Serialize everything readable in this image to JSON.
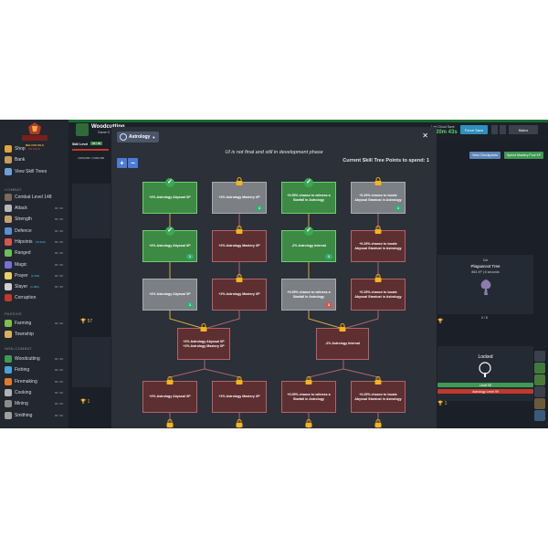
{
  "sidebar": {
    "logo_text": "MELVOR IDLE",
    "items": [
      {
        "label": "Shop",
        "tag": "ON SALE",
        "color": "#e0a53c",
        "icon": "shop-icon"
      },
      {
        "label": "Bank",
        "tag": "",
        "color": "#c99b58",
        "icon": "bank-icon"
      },
      {
        "label": "View Skill Trees",
        "tag": "",
        "color": "#6ea0d6",
        "icon": "skill-tree-icon"
      }
    ],
    "combat_header": "COMBAT",
    "combat_level": "Combat Level 148",
    "combat": [
      {
        "label": "Attack",
        "lv": "99 / 99",
        "icon": "attack-icon",
        "color": "#b8b8b8"
      },
      {
        "label": "Strength",
        "lv": "99 / 99",
        "icon": "strength-icon",
        "color": "#c8a070"
      },
      {
        "label": "Defence",
        "lv": "99 / 99",
        "icon": "defence-icon",
        "color": "#5b8fd4"
      },
      {
        "label": "Hitpoints",
        "tag": "(70,910)",
        "lv": "99 / 99",
        "icon": "hitpoints-icon",
        "color": "#d9534f"
      },
      {
        "label": "Ranged",
        "lv": "99 / 99",
        "icon": "ranged-icon",
        "color": "#6cbf5a"
      },
      {
        "label": "Magic",
        "lv": "99 / 99",
        "icon": "magic-icon",
        "color": "#7a6fd6"
      },
      {
        "label": "Prayer",
        "tag": "(1,020)",
        "lv": "99 / 99",
        "icon": "prayer-icon",
        "color": "#e8d06a"
      },
      {
        "label": "Slayer",
        "tag": "(1,000)",
        "lv": "99 / 99",
        "icon": "slayer-icon",
        "color": "#cfcfcf"
      },
      {
        "label": "Corruption",
        "lv": "",
        "icon": "corruption-icon",
        "color": "#c0392b"
      }
    ],
    "passive_header": "PASSIVE",
    "passive": [
      {
        "label": "Farming",
        "lv": "99 / 99",
        "icon": "farming-icon",
        "color": "#7fbf4a"
      },
      {
        "label": "Township",
        "lv": "",
        "icon": "township-icon",
        "color": "#d8b25a"
      }
    ],
    "noncombat_header": "NON-COMBAT",
    "noncombat": [
      {
        "label": "Woodcutting",
        "lv": "99 / 99",
        "icon": "woodcutting-icon",
        "color": "#3f9a52"
      },
      {
        "label": "Fishing",
        "lv": "99 / 99",
        "icon": "fishing-icon",
        "color": "#4aa3d8"
      },
      {
        "label": "Firemaking",
        "lv": "99 / 99",
        "icon": "firemaking-icon",
        "color": "#e07a2e"
      },
      {
        "label": "Cooking",
        "lv": "99 / 99",
        "icon": "cooking-icon",
        "color": "#b3b3b3"
      },
      {
        "label": "Mining",
        "lv": "99 / 99",
        "icon": "mining-icon",
        "color": "#8c8c8c"
      },
      {
        "label": "Smithing",
        "lv": "99 / 99",
        "icon": "smithing-icon",
        "color": "#a0a0a0"
      }
    ]
  },
  "topbar": {
    "page_title": "Woodcutting",
    "page_sub": "Game G",
    "skill_level_label": "Skill Level",
    "skill_level_value": "99 / 99",
    "xp_value": "4,500,000 / 4,500,000",
    "cloud_save": "Last Cloud Save",
    "cloud_time": "20m 43s",
    "force_save": "Force Save",
    "user": "Malcs"
  },
  "right_panel": {
    "view_checkpoints": "View Checkpoints",
    "spend_mastery": "Spend Mastery Pool XP",
    "cut_label": "Cut",
    "tree_name": "Plaguaroot Tree",
    "tree_stats": "864 XP | 6 seconds",
    "count": "0 / 8",
    "locked": "Locked",
    "level_req": "Level 99",
    "astro_req": "Astrology Level 99",
    "bg_count_left": "57",
    "bg_count_small": "1",
    "bg_count_right": "1"
  },
  "modal": {
    "tab_label": "Astrology",
    "notice": "UI is not final and still in development phase",
    "points_label": "Current Skill Tree Points to spend:",
    "points_value": "1",
    "zoom_in": "+",
    "zoom_out": "−",
    "nodes": [
      {
        "id": "n1",
        "text": "+2% Astrology Abyssal XP",
        "state": "green",
        "mark": "check",
        "badge": ""
      },
      {
        "id": "n2",
        "text": "+2% Astrology Mastery XP",
        "state": "gray",
        "mark": "lock",
        "badge": "1",
        "badge_color": "green"
      },
      {
        "id": "n3",
        "text": "+0.05% chance to witness a Starfall in Astrology",
        "state": "green",
        "mark": "check",
        "badge": ""
      },
      {
        "id": "n4",
        "text": "+0.25% chance to locate Abyssal Stardust in Astrology",
        "state": "gray",
        "mark": "lock",
        "badge": "1",
        "badge_color": "green"
      },
      {
        "id": "n5",
        "text": "+2% Astrology Abyssal XP",
        "state": "green",
        "mark": "check",
        "badge": "1",
        "badge_color": "green"
      },
      {
        "id": "n6",
        "text": "+2% Astrology Mastery XP",
        "state": "red",
        "mark": "lock",
        "badge": ""
      },
      {
        "id": "n7",
        "text": "-2% Astrology Interval",
        "state": "green",
        "mark": "check",
        "badge": "1",
        "badge_color": "green"
      },
      {
        "id": "n8",
        "text": "+0.25% chance to locate Abyssal Stardust in Astrology",
        "state": "red",
        "mark": "lock",
        "badge": ""
      },
      {
        "id": "n9",
        "text": "+2% Astrology Abyssal XP",
        "state": "gray",
        "mark": "none",
        "badge": "1",
        "badge_color": "green"
      },
      {
        "id": "n10",
        "text": "+2% Astrology Mastery XP",
        "state": "red",
        "mark": "lock",
        "badge": ""
      },
      {
        "id": "n11",
        "text": "+0.05% chance to witness a Starfall in Astrology",
        "state": "gray",
        "mark": "none",
        "badge": "2",
        "badge_color": "red"
      },
      {
        "id": "n12",
        "text": "+0.25% chance to locate Abyssal Stardust in Astrology",
        "state": "red",
        "mark": "lock",
        "badge": ""
      },
      {
        "id": "n13",
        "text": "+2% Astrology Abyssal XP +2% Astrology Mastery XP",
        "state": "red",
        "mark": "lock",
        "badge": ""
      },
      {
        "id": "n14",
        "text": "-2% Astrology Interval",
        "state": "red",
        "mark": "lock",
        "badge": ""
      },
      {
        "id": "n15",
        "text": "+2% Astrology Abyssal XP",
        "state": "red",
        "mark": "lock",
        "badge": ""
      },
      {
        "id": "n16",
        "text": "+2% Astrology Mastery XP",
        "state": "red",
        "mark": "lock",
        "badge": ""
      },
      {
        "id": "n17",
        "text": "+0.05% chance to witness a Starfall in Astrology",
        "state": "red",
        "mark": "lock",
        "badge": ""
      },
      {
        "id": "n18",
        "text": "+0.25% chance to locate Abyssal Stardust in Astrology",
        "state": "red",
        "mark": "lock",
        "badge": ""
      }
    ]
  }
}
